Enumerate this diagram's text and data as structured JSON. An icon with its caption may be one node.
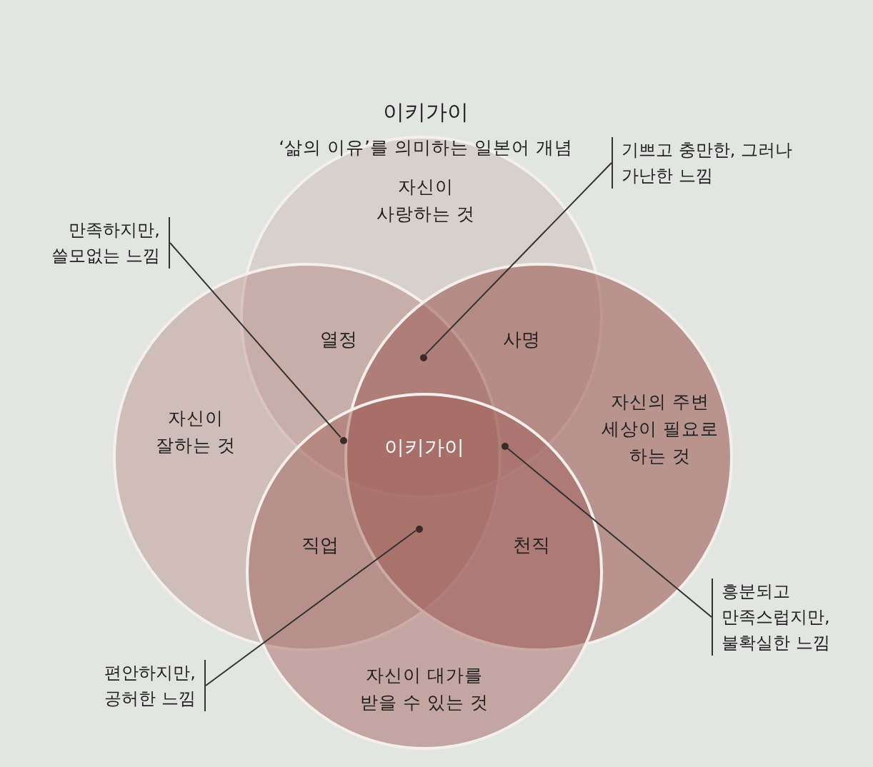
{
  "diagram": {
    "title": "이키가이",
    "nodes": [
      {
        "text": [
          "자신이 사랑하는 것"
        ]
      },
      {
        "text": [
          "자신이 잘하는 것"
        ]
      },
      {
        "text": [
          "자신의 주변 세상이 필요로 하는 것"
        ]
      },
      {
        "text": [
          "자신이 대가를 받을 수 있는 것"
        ]
      },
      {
        "text": [
          "만족하지만, 쓸모없는 느낌"
        ]
      },
      {
        "text": [
          "기쁘고 충만한, 그러나 가난한 느낌"
        ]
      },
      {
        "text": [
          "흥분되고 만족스럽지만, 불확실한 느낌"
        ]
      },
      {
        "text": [
          "편안하지만, 공허한 느낌"
        ]
      },
      {
        "text": [],
        "shape": "circle"
      },
      {
        "text": [],
        "shape": "circle"
      },
      {
        "text": [],
        "shape": "circle"
      },
      {
        "text": [],
        "shape": "circle"
      }
    ],
    "edges": [
      {
        "from": 4,
        "to": 8,
        "arrow": "none"
      },
      {
        "from": 5,
        "to": 9,
        "arrow": "none"
      },
      {
        "from": 6,
        "to": 10,
        "arrow": "none"
      },
      {
        "from": 7,
        "to": 11,
        "arrow": "none"
      }
    ],
    "labels": [
      "‘삶의 이유’를 의미하는 일본어 개념",
      "열정",
      "사명",
      "이키가이",
      "직업",
      "천직"
    ]
  }
}
